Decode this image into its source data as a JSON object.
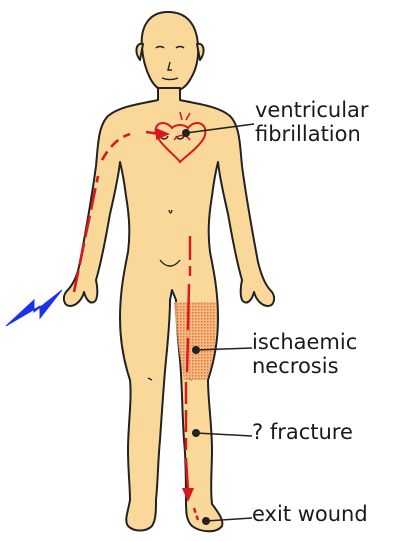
{
  "labels": {
    "vf_line1": "ventricular",
    "vf_line2": "fibrillation",
    "isch_line1": "ischaemic",
    "isch_line2": "necrosis",
    "fracture": "? fracture",
    "exit": "exit wound"
  },
  "colors": {
    "skin": "#f9d89a",
    "outline": "#222222",
    "current": "#d8181e",
    "lightning": "#1c30f0",
    "text": "#1a1a1a"
  },
  "icons": {
    "lightning": "lightning-bolt-icon",
    "heart": "heart-icon"
  }
}
